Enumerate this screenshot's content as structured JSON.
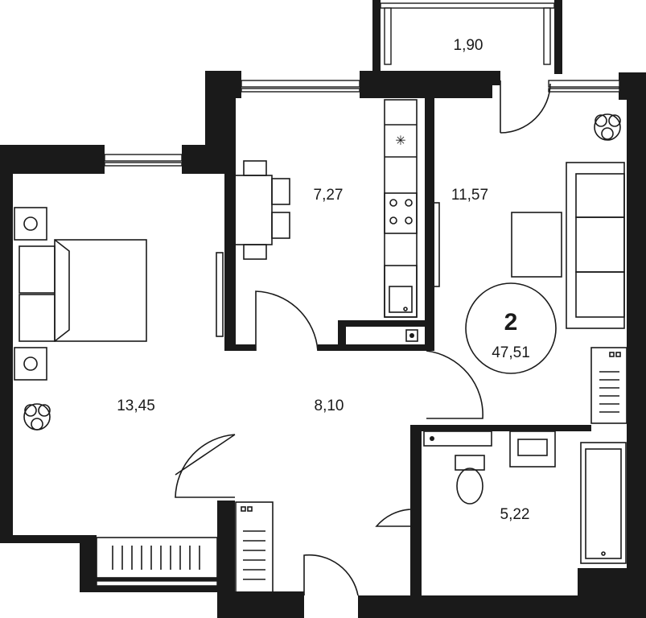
{
  "plan": {
    "rooms_count": "2",
    "total_area": "47,51",
    "rooms": {
      "balcony": "1,90",
      "kitchen": "7,27",
      "living_room": "11,57",
      "bedroom": "13,45",
      "hallway": "8,10",
      "bathroom": "5,22"
    },
    "colors": {
      "wall": "#1a1a1a",
      "background": "#ffffff"
    },
    "icons": [
      "plant-icon",
      "stove-icon",
      "sink-icon",
      "bathtub-icon",
      "toilet-icon",
      "radiator-icon",
      "sofa-icon",
      "bed-icon",
      "table-icon"
    ]
  }
}
